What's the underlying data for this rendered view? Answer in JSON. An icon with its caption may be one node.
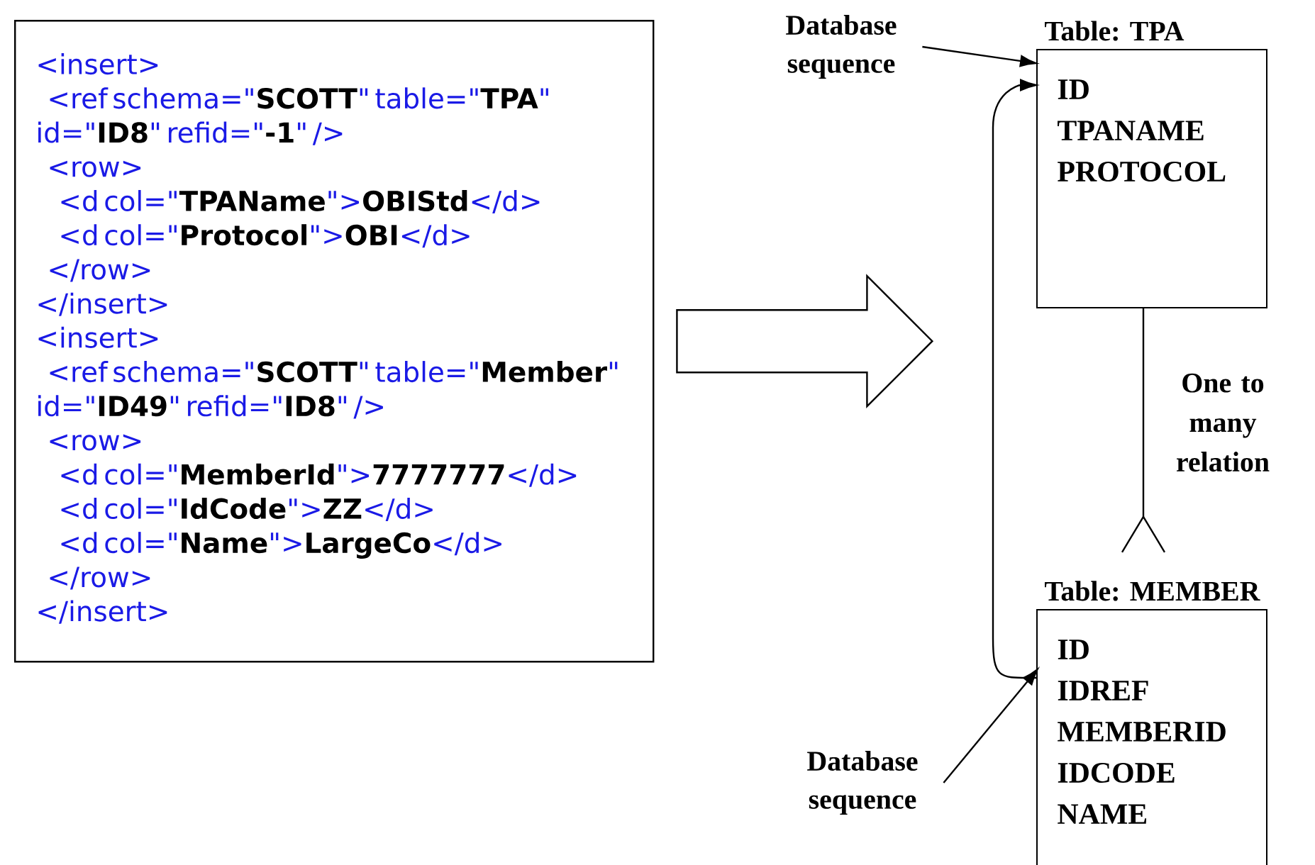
{
  "diagram": {
    "nodes": [
      {
        "text": [
          "<insert>",
          "<ref schema=\"**SCOTT**\" table=\"**TPA**\" id=\"**ID8**\" refid=\"**-1**\" />",
          "<row>",
          "<d col=\"**TPAName**\">**OBIStd**</d>",
          "<d col=\"**Protocol**\">**OBI**</d>",
          "</row>",
          "</insert>",
          "<insert>",
          "<ref schema=\"**SCOTT**\" table=\"**Member**\" id=\"**ID49**\" refid=\"**ID8**\" />",
          "<row>",
          "<d col=\"**MemberId**\">**7777777**</d>",
          "<d col=\"**IdCode**\">**ZZ**</d>",
          "<d col=\"**Name**\">**LargeCo**</d>",
          "</row>",
          "</insert>"
        ]
      },
      {
        "text": [
          "Table: TPA",
          "ID",
          "TPANAME",
          "PROTOCOL"
        ]
      },
      {
        "text": [
          "Table: MEMBER",
          "ID",
          "IDREF",
          "MEMBERID",
          "IDCODE",
          "NAME"
        ]
      },
      {
        "text": [
          "Database sequence"
        ]
      },
      {
        "text": [
          "Database sequence"
        ]
      }
    ],
    "edges": [
      {
        "from": 0,
        "to": null,
        "arrow": "to",
        "style": "thick"
      },
      {
        "from": 3,
        "to": 1,
        "arrow": "to"
      },
      {
        "from": 2,
        "to": 1,
        "arrow": "to"
      },
      {
        "from": 4,
        "to": 2,
        "arrow": "to"
      },
      {
        "from": 1,
        "to": 2,
        "arrow": "other",
        "label": "One to many relation"
      }
    ]
  }
}
